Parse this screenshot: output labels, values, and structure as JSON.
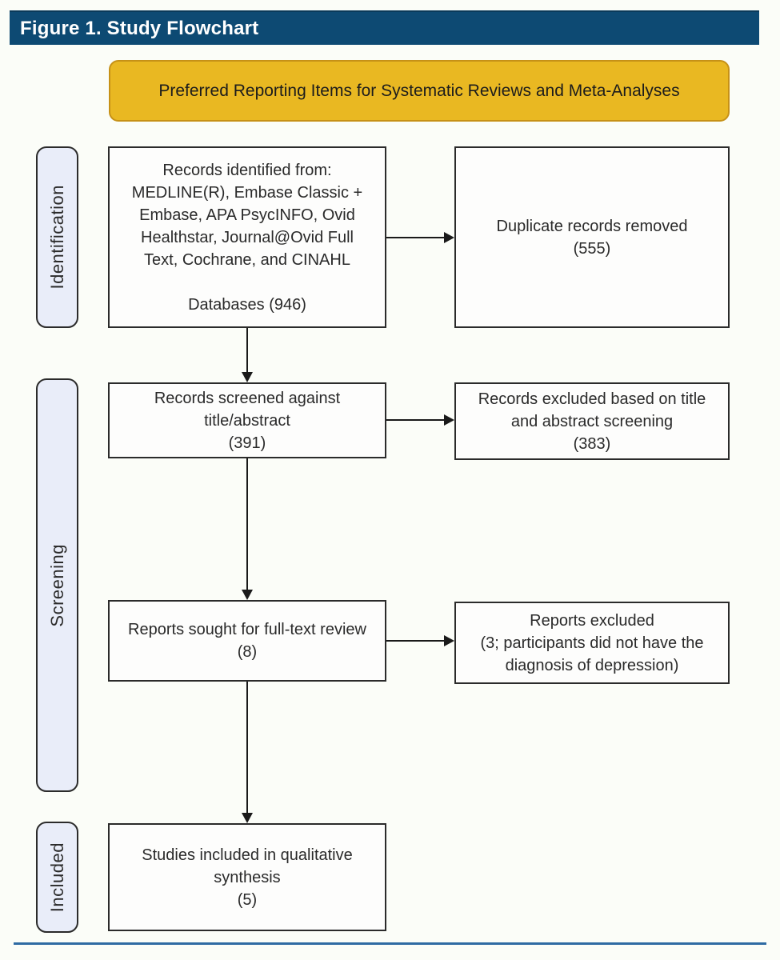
{
  "header": {
    "title": "Figure 1. Study Flowchart"
  },
  "banner": {
    "text": "Preferred Reporting Items for Systematic Reviews and Meta-Analyses"
  },
  "stages": [
    {
      "label": "Identification"
    },
    {
      "label": "Screening"
    },
    {
      "label": "Included"
    }
  ],
  "flowchart": {
    "identified": {
      "text": "Records identified from:\nMEDLINE(R), Embase Classic +\nEmbase, APA PsycINFO, Ovid\nHealthstar, Journal@Ovid Full\nText, Cochrane, and CINAHL\n\nDatabases (946)",
      "count": 946
    },
    "duplicates_removed": {
      "text": "Duplicate records removed\n(555)",
      "count": 555
    },
    "screened": {
      "text": "Records screened against\ntitle/abstract\n(391)",
      "count": 391
    },
    "excluded_title_abstract": {
      "text": "Records excluded based on title\nand abstract screening\n(383)",
      "count": 383
    },
    "fulltext_sought": {
      "text": "Reports sought for full-text review\n(8)",
      "count": 8
    },
    "reports_excluded": {
      "text": "Reports excluded\n(3; participants did not have the\ndiagnosis of depression)",
      "count": 3
    },
    "included_synthesis": {
      "text": "Studies included in qualitative\nsynthesis\n(5)",
      "count": 5
    }
  },
  "colors": {
    "header_blue": "#0d4a73",
    "banner_gold": "#e9b822",
    "banner_border": "#c69117",
    "stage_pill_fill": "#e9edf9",
    "box_border": "#2b2b2b",
    "bottom_rule_blue": "#2e6ba3"
  }
}
